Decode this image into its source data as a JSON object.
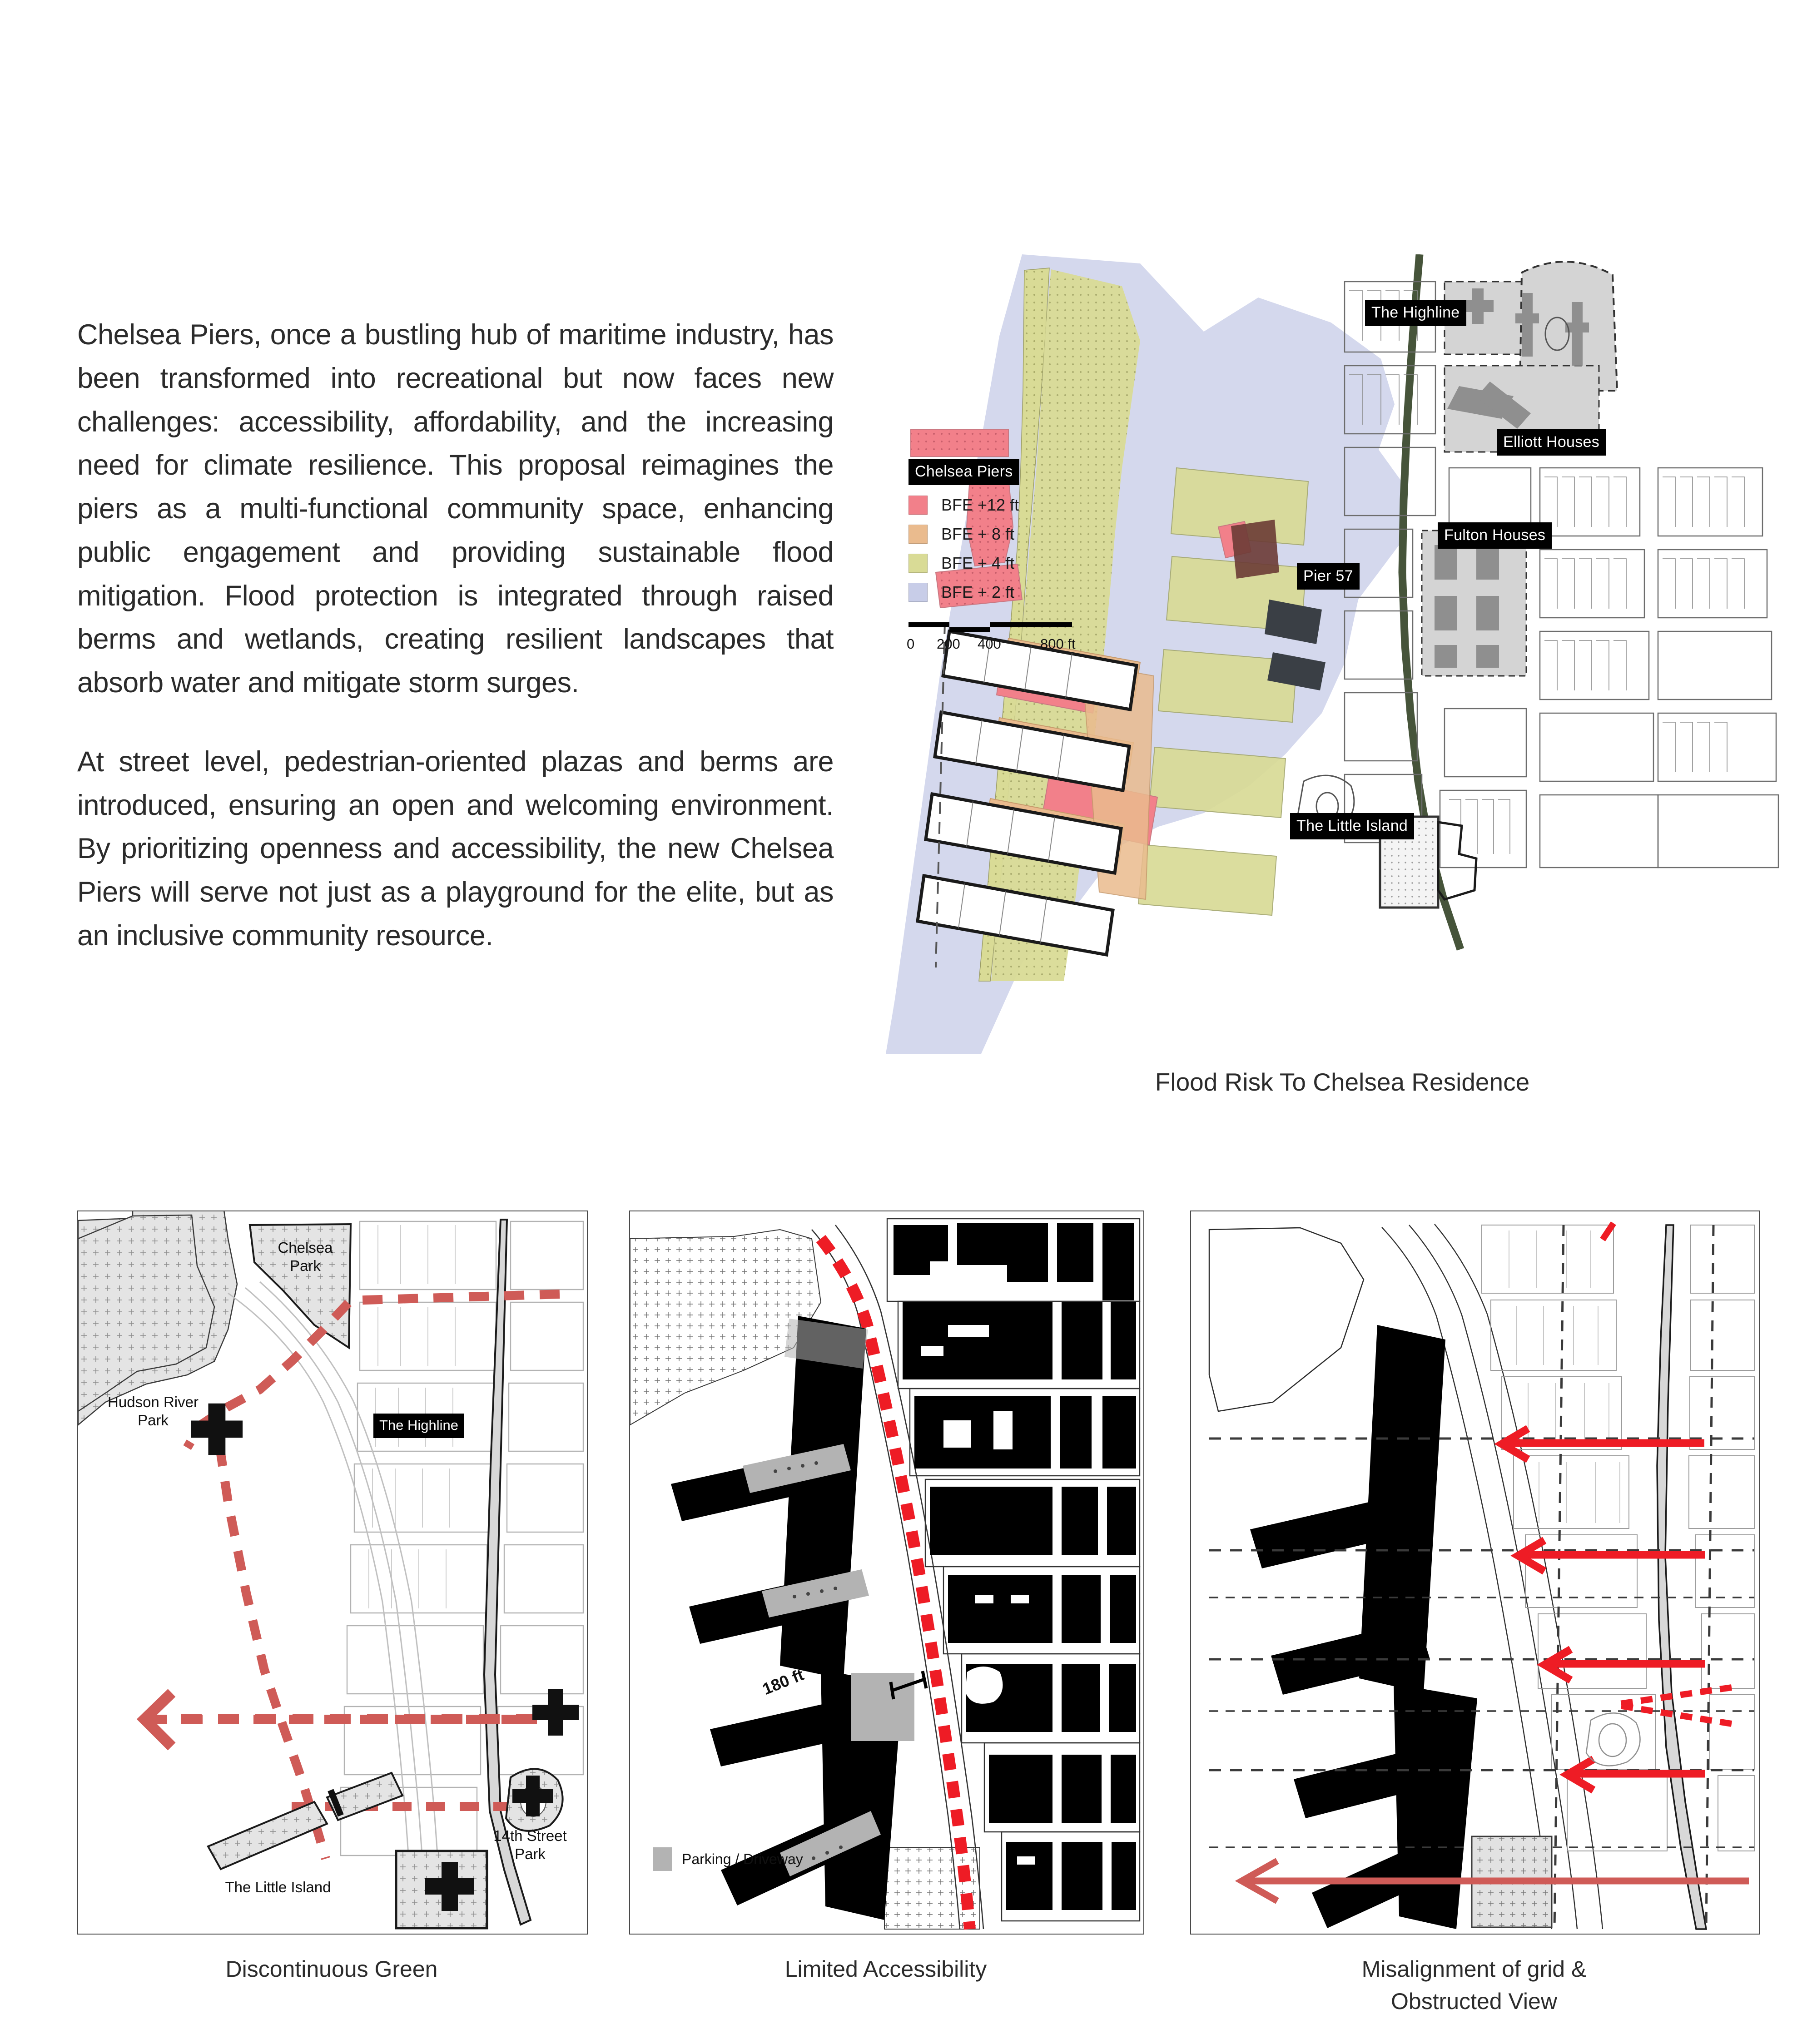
{
  "body_text": {
    "paragraph_1": "Chelsea Piers, once a bustling hub of maritime industry, has been transformed into recreational but now faces new challenges: accessibility, affordability, and the increasing need for climate resilience. This proposal reimagines the piers as a multi-functional community space, enhancing public engagement and providing sustainable flood mitigation. Flood protection is integrated through raised berms and wetlands, creating resilient landscapes that absorb water and mitigate storm surges.",
    "paragraph_2": "At street level, pedestrian-oriented plazas and berms are introduced, ensuring an open and welcoming environment. By prioritizing openness and accessibility, the new Chelsea Piers will serve not just as a playground for the elite, but as an inclusive community resource."
  },
  "flood_map": {
    "caption": "Flood Risk To Chelsea Residence",
    "labels": {
      "highline": "The Highline",
      "elliott_houses": "Elliott Houses",
      "chelsea_piers": "Chelsea Piers",
      "fulton_houses": "Fulton Houses",
      "pier_57": "Pier 57",
      "little_island": "The Little Island"
    },
    "legend": [
      {
        "label": "BFE +12 ft",
        "color": "#F2808A"
      },
      {
        "label": "BFE + 8 ft",
        "color": "#EABB8E"
      },
      {
        "label": "BFE + 4 ft",
        "color": "#D9DB96"
      },
      {
        "label": "BFE + 2 ft",
        "color": "#C8CDE8"
      }
    ],
    "scale_bar": {
      "ticks": [
        "0",
        "200",
        "400",
        "800 ft"
      ]
    }
  },
  "bottom_panels": [
    {
      "id": "discontinuous-green",
      "caption": "Discontinuous Green",
      "labels": {
        "hudson_river_park": "Hudson River\nPark",
        "chelsea_park": "Chelsea\nPark",
        "highline": "The Highline",
        "fourteenth_street_park": "14th Street\nPark",
        "little_island": "The Little Island"
      }
    },
    {
      "id": "limited-accessibility",
      "caption": "Limited Accessibility",
      "dimension": "180 ft",
      "legend": [
        {
          "label": "Parking / Driveway",
          "color": "#b3b3b3"
        }
      ]
    },
    {
      "id": "misalignment-obstructed-view",
      "caption_line_1": "Misalignment of grid &",
      "caption_line_2": "Obstructed View"
    }
  ],
  "colors": {
    "accent_red": "#d9534f",
    "bright_red": "#ee1c25",
    "ink": "#231f20",
    "park_fill": "#e2e2e2",
    "greenway": "#46543a",
    "parking_gray": "#b3b3b3"
  }
}
